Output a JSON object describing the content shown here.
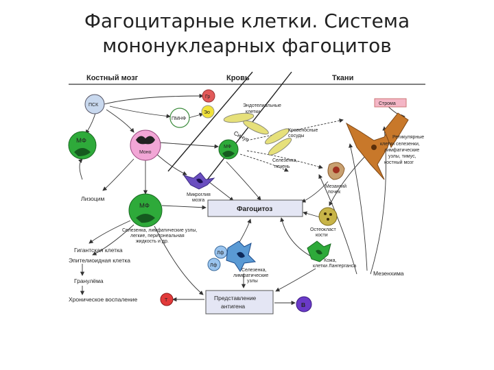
{
  "title": {
    "line1": "Фагоцитарные клетки. Система",
    "line2": "мононуклеарных фагоцитов"
  },
  "headers": {
    "bone_marrow": "Костный мозг",
    "blood": "Кровь",
    "tissues": "Ткани"
  },
  "cells": {
    "pshk": "ПСК",
    "gr": "Гр",
    "pmnf": "ПМНФ",
    "eo": "Эо",
    "mf_left": "МФ",
    "mono": "Моно",
    "mf_sinus": "МФ",
    "mf_main": "МФ",
    "lf1": "Лф",
    "lf2": "Лф",
    "t": "Т",
    "b": "В"
  },
  "labels": {
    "endothelial": [
      "Эндотелиальные",
      "клетки"
    ],
    "sinus": "Синус",
    "blood_vessels": [
      "Кровеносные",
      "сосуды"
    ],
    "stroma": "Строма",
    "reticular": [
      "Ретикулярные",
      "клетки селезенки,",
      "лимфатические",
      "узлы, тимус,",
      "костный мозг"
    ],
    "spleen_liver": [
      "Селезенка,",
      "печень"
    ],
    "microglia": [
      "Микроглия",
      "мозга"
    ],
    "mesangial": [
      "Мезангий",
      "почек"
    ],
    "lysozyme": "Лизоцим",
    "phagocytosis": "Фагоцитоз",
    "osteoclast": [
      "Остеокласт",
      "кости"
    ],
    "organs": [
      "Селезенка, лимфатические узлы,",
      "легкие, перитонеальная",
      "жидкость и др."
    ],
    "giant_cell": "Гигантская клетка",
    "epithelioid": "Эпителиоидная клетка",
    "skin": [
      "Кожа,",
      "клетки Лангерганса"
    ],
    "spleen_lymph": [
      "Селезенка,",
      "лимфатические",
      "узлы"
    ],
    "granuloma": "Гранулёма",
    "mesenchyme": "Мезенхима",
    "chronic": "Хроническое воспаление",
    "antigen": [
      "Представление",
      "антигена"
    ]
  }
}
